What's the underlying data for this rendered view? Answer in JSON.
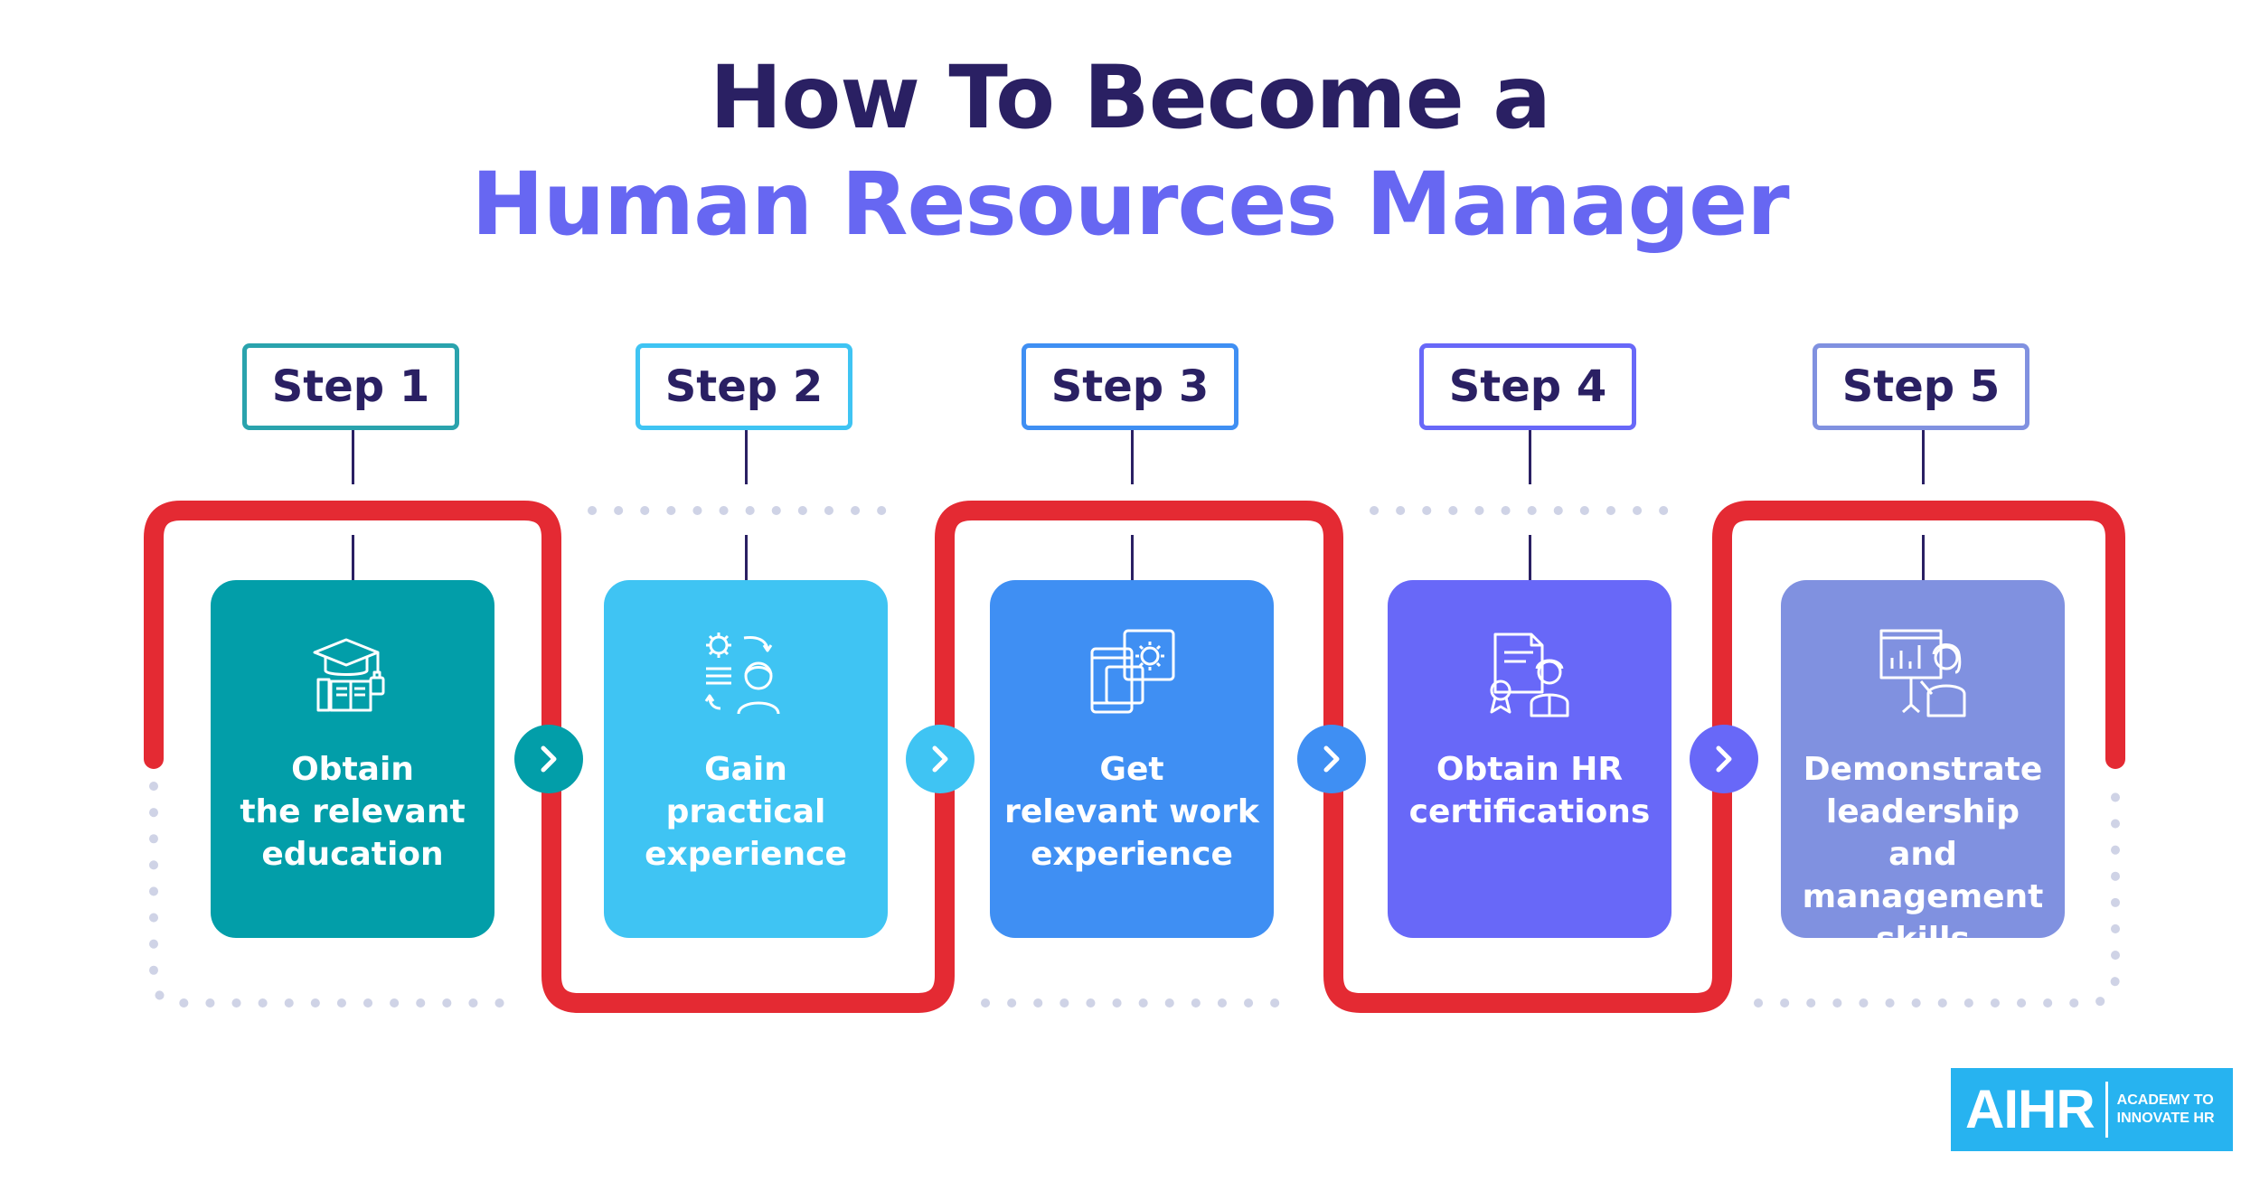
{
  "title": {
    "line1": "How To Become a",
    "line2": "Human Resources Manager"
  },
  "steps": [
    {
      "label": "Step 1",
      "text": "Obtain\nthe relevant\neducation",
      "color": "#029ea9",
      "border": "#2aa3ad",
      "icon": "graduation-cap-books-icon"
    },
    {
      "label": "Step 2",
      "text": "Gain\npractical\nexperience",
      "color": "#3fc4f3",
      "border": "#3fc4f3",
      "icon": "person-gear-cycle-icon"
    },
    {
      "label": "Step 3",
      "text": "Get\nrelevant work\nexperience",
      "color": "#3f8ff3",
      "border": "#3f8ff3",
      "icon": "devices-gear-icon"
    },
    {
      "label": "Step 4",
      "text": "Obtain HR\ncertifications",
      "color": "#6868f8",
      "border": "#6868f8",
      "icon": "certificate-person-icon"
    },
    {
      "label": "Step 5",
      "text": "Demonstrate\nleadership and\nmanagement\nskills",
      "color": "#8091e0",
      "border": "#8091e0",
      "icon": "presenter-board-icon"
    }
  ],
  "arrows": [
    {
      "icon": "chevron-right-icon",
      "color": "#029ea9"
    },
    {
      "icon": "chevron-right-icon",
      "color": "#3fc4f3"
    },
    {
      "icon": "chevron-right-icon",
      "color": "#3f8ff3"
    },
    {
      "icon": "chevron-right-icon",
      "color": "#6868f8"
    }
  ],
  "colors": {
    "flow_line": "#e42a33",
    "dots": "#cfd3e6",
    "title_dark": "#2a2063",
    "title_accent": "#6767f2"
  },
  "logo": {
    "mark": "AIHR",
    "line1": "ACADEMY TO",
    "line2": "INNOVATE HR",
    "color": "#27b3f0"
  }
}
